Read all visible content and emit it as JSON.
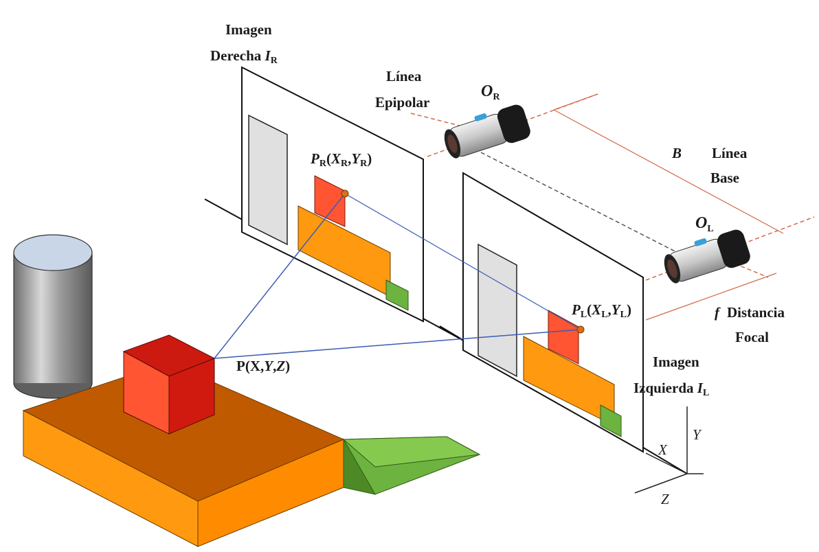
{
  "labels": {
    "right_image_line1": "Imagen",
    "right_image_line2": "Derecha",
    "right_image_symbol": "I",
    "right_image_sub": "R",
    "epipolar_line1": "Línea",
    "epipolar_line2": "Epipolar",
    "camera_right_symbol": "O",
    "camera_right_sub": "R",
    "camera_left_symbol": "O",
    "camera_left_sub": "L",
    "baseline_symbol": "B",
    "baseline_line1": "Línea",
    "baseline_line2": "Base",
    "pr_p": "P",
    "pr_sub": "R",
    "pr_open": "(",
    "pr_x": "X",
    "pr_xsub": "R",
    "pr_comma": ",",
    "pr_y": "Y",
    "pr_ysub": "R",
    "pr_close": ")",
    "pl_p": "P",
    "pl_sub": "L",
    "pl_open": "(",
    "pl_x": "X",
    "pl_xsub": "L",
    "pl_comma": ",",
    "pl_y": "Y",
    "pl_ysub": "L",
    "pl_close": ")",
    "p3d_p": "P(X,",
    "p3d_y": "Y",
    "p3d_comma": ",",
    "p3d_z": "Z",
    "p3d_close": ")",
    "focal_symbol": "f",
    "focal_line1": "Distancia",
    "focal_line2": "Focal",
    "left_image_line1": "Imagen",
    "left_image_line2": "Izquierda",
    "left_image_symbol": "I",
    "left_image_sub": "L",
    "axis_x": "X",
    "axis_y": "Y",
    "axis_z": "Z"
  },
  "colors": {
    "orange_top": "#c05a00",
    "orange_front": "#ff9a10",
    "red_cube_front": "#ff5533",
    "red_cube_top": "#cc1a10",
    "green": "#6db33f",
    "plane": "#ffffff",
    "door": "#e0e0e0",
    "ray": "#3b5bb5",
    "epipolar": "#d2694a",
    "point": "#d9711a"
  }
}
